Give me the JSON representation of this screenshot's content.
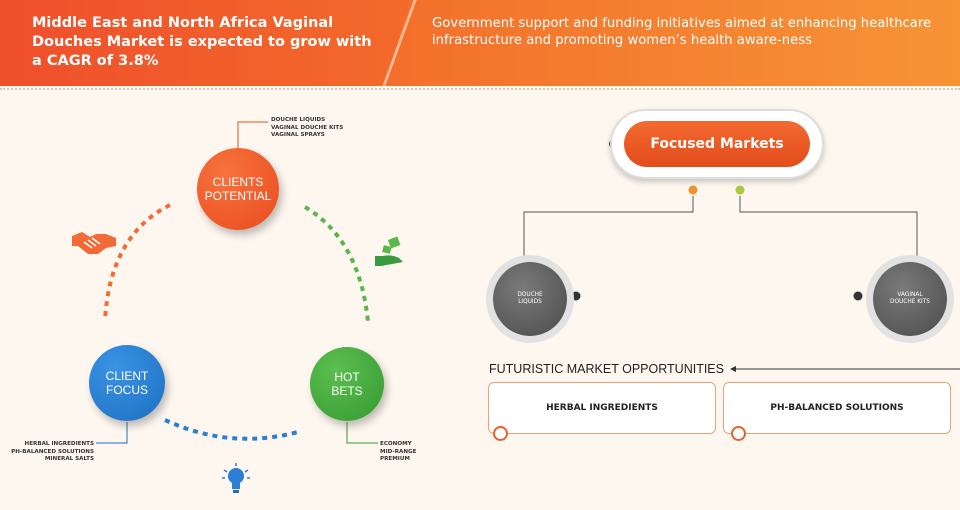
{
  "header": {
    "title": "Middle East and North Africa Vaginal Douches Market is expected to grow with a CAGR of 3.8%",
    "subtitle": "Government support and funding initiatives aimed at enhancing healthcare infrastructure and promoting women’s health aware-ness"
  },
  "cycle": {
    "potential": {
      "label_line1": "CLIENTS",
      "label_line2": "POTENTIAL",
      "items": [
        "DOUCHE LIQUIDS",
        "VAGINAL DOUCHE KITS",
        "VAGINAL SPRAYS"
      ],
      "color": "#e84c1e"
    },
    "focus": {
      "label_line1": "CLIENT",
      "label_line2": "FOCUS",
      "items": [
        "HERBAL INGREDIENTS",
        "PH-BALANCED SOLUTIONS",
        "MINERAL SALTS"
      ],
      "color": "#1e6fc0"
    },
    "hot": {
      "label_line1": "HOT",
      "label_line2": "BETS",
      "items": [
        "ECONOMY",
        "MID-RANGE",
        "PREMIUM"
      ],
      "color": "#349a32"
    },
    "icons": [
      "handshake-icon",
      "money-hand-icon",
      "lightbulb-icon"
    ]
  },
  "focused_markets": {
    "title": "Focused Markets",
    "markets": [
      {
        "line1": "DOUCHE",
        "line2": "LIQUIDS"
      },
      {
        "line1": "VAGINAL",
        "line2": "DOUCHE KITS"
      }
    ]
  },
  "opportunities": {
    "title": "FUTURISTIC MARKET OPPORTUNITIES",
    "items": [
      "HERBAL INGREDIENTS",
      "PH-BALANCED SOLUTIONS"
    ]
  }
}
